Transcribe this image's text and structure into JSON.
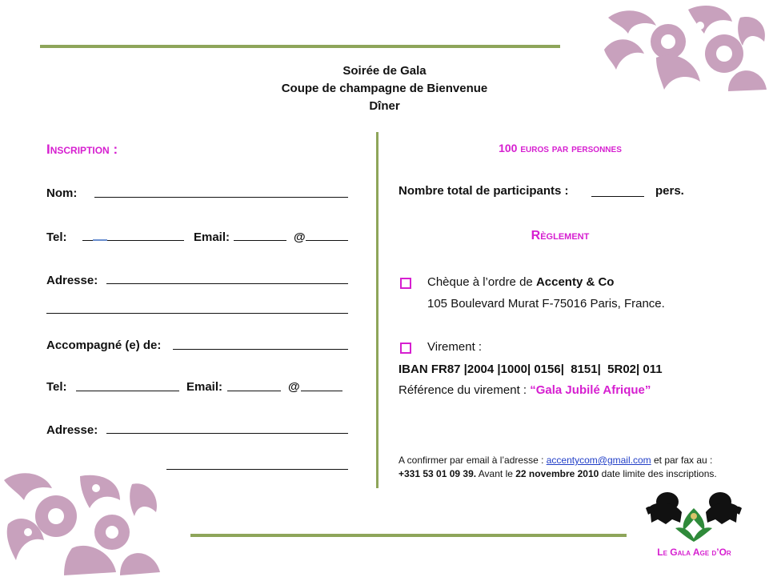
{
  "event": {
    "line1": "Soirée de Gala",
    "line2": "Coupe de champagne de Bienvenue",
    "line3": "Dîner"
  },
  "registration": {
    "title": "Inscription :",
    "name_label": "Nom:",
    "tel_label": "Tel:",
    "email_label": "Email:",
    "at_sign": "@",
    "address_label": "Adresse:",
    "companion_label": "Accompagné (e) de:",
    "tel2_label": "Tel:",
    "email2_label": "Email:",
    "at_sign2": "@",
    "address2_label": "Adresse:"
  },
  "pricing": {
    "price": "100 euros par personnes",
    "participants_label": "Nombre total de participants :",
    "participants_unit": "pers."
  },
  "payment": {
    "title": "Règlement",
    "cheque_text": "Chèque à l’ordre de ",
    "cheque_payee": "Accenty & Co",
    "cheque_address": "105 Boulevard Murat F-75016 Paris, France.",
    "transfer_label": "Virement :",
    "iban": "IBAN FR87 |2004 |1000| 0156|  8151|  5R02| 011",
    "reference_label": "Référence du virement : ",
    "reference_value": "“Gala Jubilé Afrique”"
  },
  "confirmation": {
    "part1": "A confirmer par email à l’adresse : ",
    "email": "accentycom@gmail.com",
    "part2": " et par fax au : ",
    "fax": "+331 53 01 09 39.",
    "part3": " Avant le ",
    "deadline": "22 novembre 2010",
    "part4": " date limite des inscriptions."
  },
  "brand": {
    "name": "Le Gala Age d’Or"
  },
  "colors": {
    "accent_pink": "#d61fd0",
    "rule_green": "#8ea55a",
    "ornament_mauve": "#c8a1bd",
    "link_blue": "#2340c8"
  },
  "icons": [
    "floral-ornament-icon",
    "lion-crest-icon",
    "checkbox-icon"
  ]
}
